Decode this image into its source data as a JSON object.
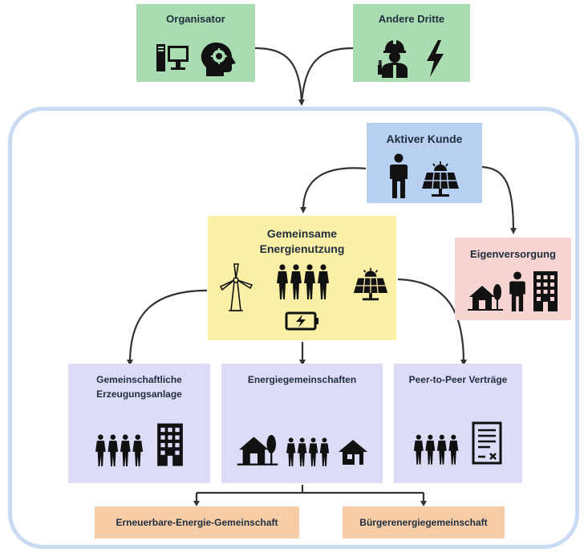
{
  "boxes": {
    "organisator": {
      "title": "Organisator",
      "icons": [
        "computer-icon",
        "head-gear-icon"
      ]
    },
    "andere_dritte": {
      "title": "Andere Dritte",
      "icons": [
        "worker-icon",
        "lightning-icon"
      ]
    },
    "aktiver_kunde": {
      "title": "Aktiver Kunde",
      "icons": [
        "person-icon",
        "solar-panel-icon"
      ]
    },
    "gemeinsame": {
      "title_line1": "Gemeinsame",
      "title_line2": "Energienutzung",
      "icons": [
        "wind-turbine-icon",
        "people-group-icon",
        "solar-panel-icon",
        "battery-icon"
      ]
    },
    "eigenversorgung": {
      "title": "Eigenversorgung",
      "icons": [
        "house-tree-icon",
        "person-icon",
        "building-icon"
      ]
    },
    "gemeinschaftliche": {
      "title_line1": "Gemeinschaftliche",
      "title_line2": "Erzeugungsanlage",
      "icons": [
        "people-group-icon",
        "building-icon"
      ]
    },
    "energiegemeinschaften": {
      "title": "Energiegemeinschaften",
      "icons": [
        "house-tree-icon",
        "people-group-icon",
        "house-icon"
      ]
    },
    "peer": {
      "title": "Peer-to-Peer Verträge",
      "icons": [
        "people-group-icon",
        "contract-icon"
      ]
    },
    "erneuerbare": {
      "title": "Erneuerbare-Energie-Gemeinschaft"
    },
    "buerger": {
      "title": "Bürgerenergiegemeinschaft"
    }
  },
  "colors": {
    "green": "#a9dcb1",
    "blue": "#b7cff0",
    "yellow": "#fbf0a6",
    "pink": "#f6d4d1",
    "lavender": "#dcdcf7",
    "peach": "#f7cda7",
    "frame": "#c9daf3",
    "ink": "#1a1a1a"
  }
}
